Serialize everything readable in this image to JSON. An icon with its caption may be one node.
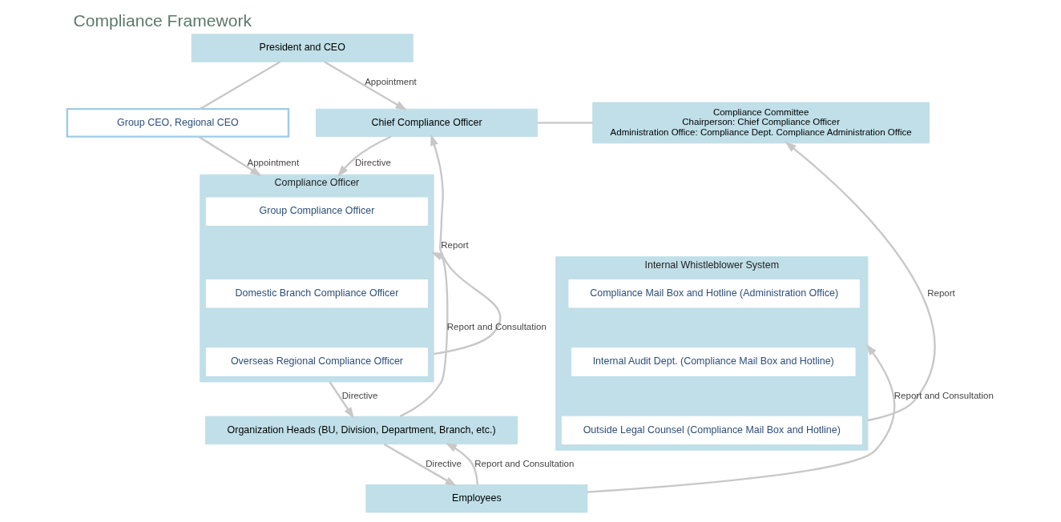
{
  "diagram": {
    "title": "Compliance Framework",
    "nodes": [
      {
        "text": [
          "President and CEO"
        ]
      },
      {
        "text": [
          "Group CEO, Regional CEO"
        ]
      },
      {
        "text": [
          "Chief Compliance Officer"
        ]
      },
      {
        "text": [
          "Compliance Committee",
          "Chairperson: Chief Compliance Officer",
          "Administration Office: Compliance Dept. Compliance Administration Office"
        ]
      },
      {
        "text": [
          "Compliance Officer"
        ]
      },
      {
        "text": [
          "Group Compliance Officer"
        ],
        "in": 4
      },
      {
        "text": [
          "Domestic Branch Compliance Officer"
        ],
        "in": 4
      },
      {
        "text": [
          "Overseas Regional Compliance Officer"
        ],
        "in": 4
      },
      {
        "text": [
          "Internal Whistleblower System"
        ]
      },
      {
        "text": [
          "Compliance Mail Box and Hotline (Administration Office)"
        ],
        "in": 8
      },
      {
        "text": [
          "Internal Audit Dept. (Compliance Mail Box and Hotline)"
        ],
        "in": 8
      },
      {
        "text": [
          "Outside Legal Counsel (Compliance Mail Box and Hotline)"
        ],
        "in": 8
      },
      {
        "text": [
          "Organization Heads (BU, Division, Department, Branch, etc.)"
        ]
      },
      {
        "text": [
          "Employees"
        ]
      }
    ],
    "edges": [
      {
        "from": 0,
        "to": 1,
        "arrow": "none"
      },
      {
        "from": 0,
        "to": 2,
        "arrow": "to",
        "label": "Appointment"
      },
      {
        "from": 1,
        "to": 4,
        "arrow": "to",
        "label": "Appointment"
      },
      {
        "from": 2,
        "to": 3,
        "arrow": "none"
      },
      {
        "from": 2,
        "to": 4,
        "arrow": "to",
        "label": "Directive"
      },
      {
        "from": 4,
        "to": 2,
        "arrow": "to",
        "label": "Report"
      },
      {
        "from": 8,
        "to": 3,
        "arrow": "to",
        "label": "Report"
      },
      {
        "from": 4,
        "to": 12,
        "arrow": "to",
        "label": "Directive"
      },
      {
        "from": 12,
        "to": 4,
        "arrow": "to",
        "label": "Report and Consultation"
      },
      {
        "from": 12,
        "to": 13,
        "arrow": "to",
        "label": "Directive"
      },
      {
        "from": 13,
        "to": 12,
        "arrow": "to",
        "label": "Report and Consultation"
      },
      {
        "from": 13,
        "to": 8,
        "arrow": "to",
        "label": "Report and Consultation"
      }
    ]
  }
}
